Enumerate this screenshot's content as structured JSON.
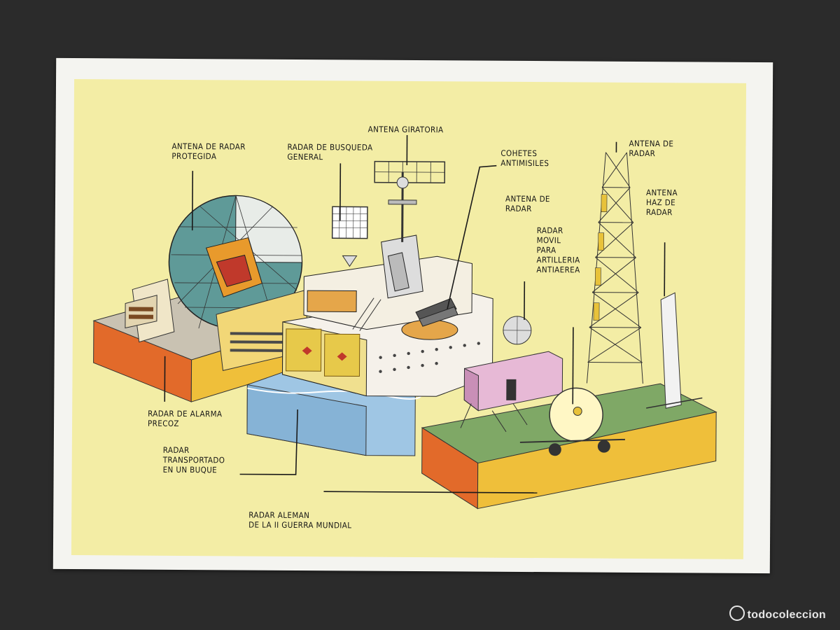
{
  "labels": {
    "antena_giratoria": "ANTENA GIRATORIA",
    "antena_radar_protegida": "ANTENA DE RADAR\nPROTEGIDA",
    "radar_busqueda_general": "RADAR DE BUSQUEDA\nGENERAL",
    "cohetes_antimisiles": "COHETES\nANTIMISILES",
    "antena_de_radar_torre": "ANTENA DE\nRADAR",
    "antena_haz_de_radar": "ANTENA\nHAZ DE\nRADAR",
    "antena_de_radar_movil": "ANTENA DE\nRADAR",
    "radar_movil_artilleria": "RADAR\nMOVIL\nPARA\nARTILLERIA\nANTIAEREA",
    "radar_alarma_precoz": "RADAR DE ALARMA\nPRECOZ",
    "radar_transportado_buque": "RADAR\nTRANSPORTADO\nEN UN BUQUE",
    "radar_aleman": "RADAR ALEMAN\nDE LA II GUERRA MUNDIAL"
  },
  "watermark": "todocoleccion",
  "colors": {
    "panel": "#f3eda5",
    "card": "#f4f4f0",
    "background": "#2b2b2b",
    "base_orange": "#e8782c",
    "base_yellow": "#efbf3a",
    "grass": "#7fa866",
    "water": "#9fc6e4"
  }
}
